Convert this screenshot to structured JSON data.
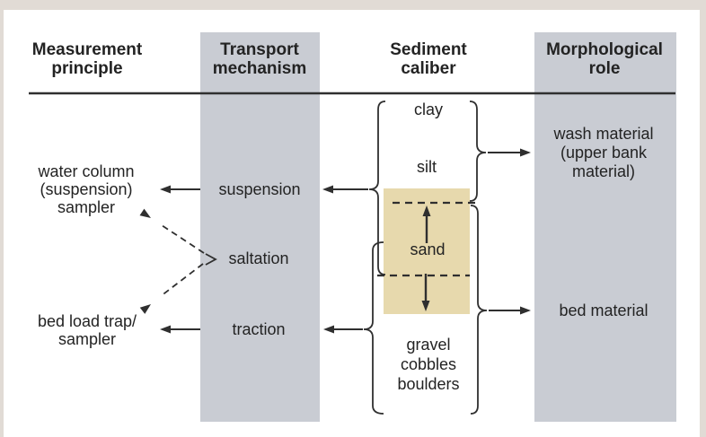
{
  "headers": {
    "measurement": "Measurement\nprinciple",
    "transport": "Transport\nmechanism",
    "sediment": "Sediment\ncaliber",
    "morphological": "Morphological\nrole"
  },
  "measurement": {
    "water_column_sampler": "water column\n(suspension)\nsampler",
    "bed_load_sampler": "bed load trap/\nsampler"
  },
  "transport": {
    "suspension": "suspension",
    "saltation": "saltation",
    "traction": "traction"
  },
  "sediment": {
    "clay": "clay",
    "silt": "silt",
    "sand": "sand",
    "coarse": "gravel\ncobbles\nboulders"
  },
  "morphological": {
    "wash_material": "wash material\n(upper bank\nmaterial)",
    "bed_material": "bed material"
  },
  "colors": {
    "page_margin": "#e1dbd5",
    "canvas": "#ffffff",
    "band": "#c9ccd3",
    "sand": "#e7d9ad",
    "ink": "#2f2f2f",
    "text": "#232323"
  }
}
